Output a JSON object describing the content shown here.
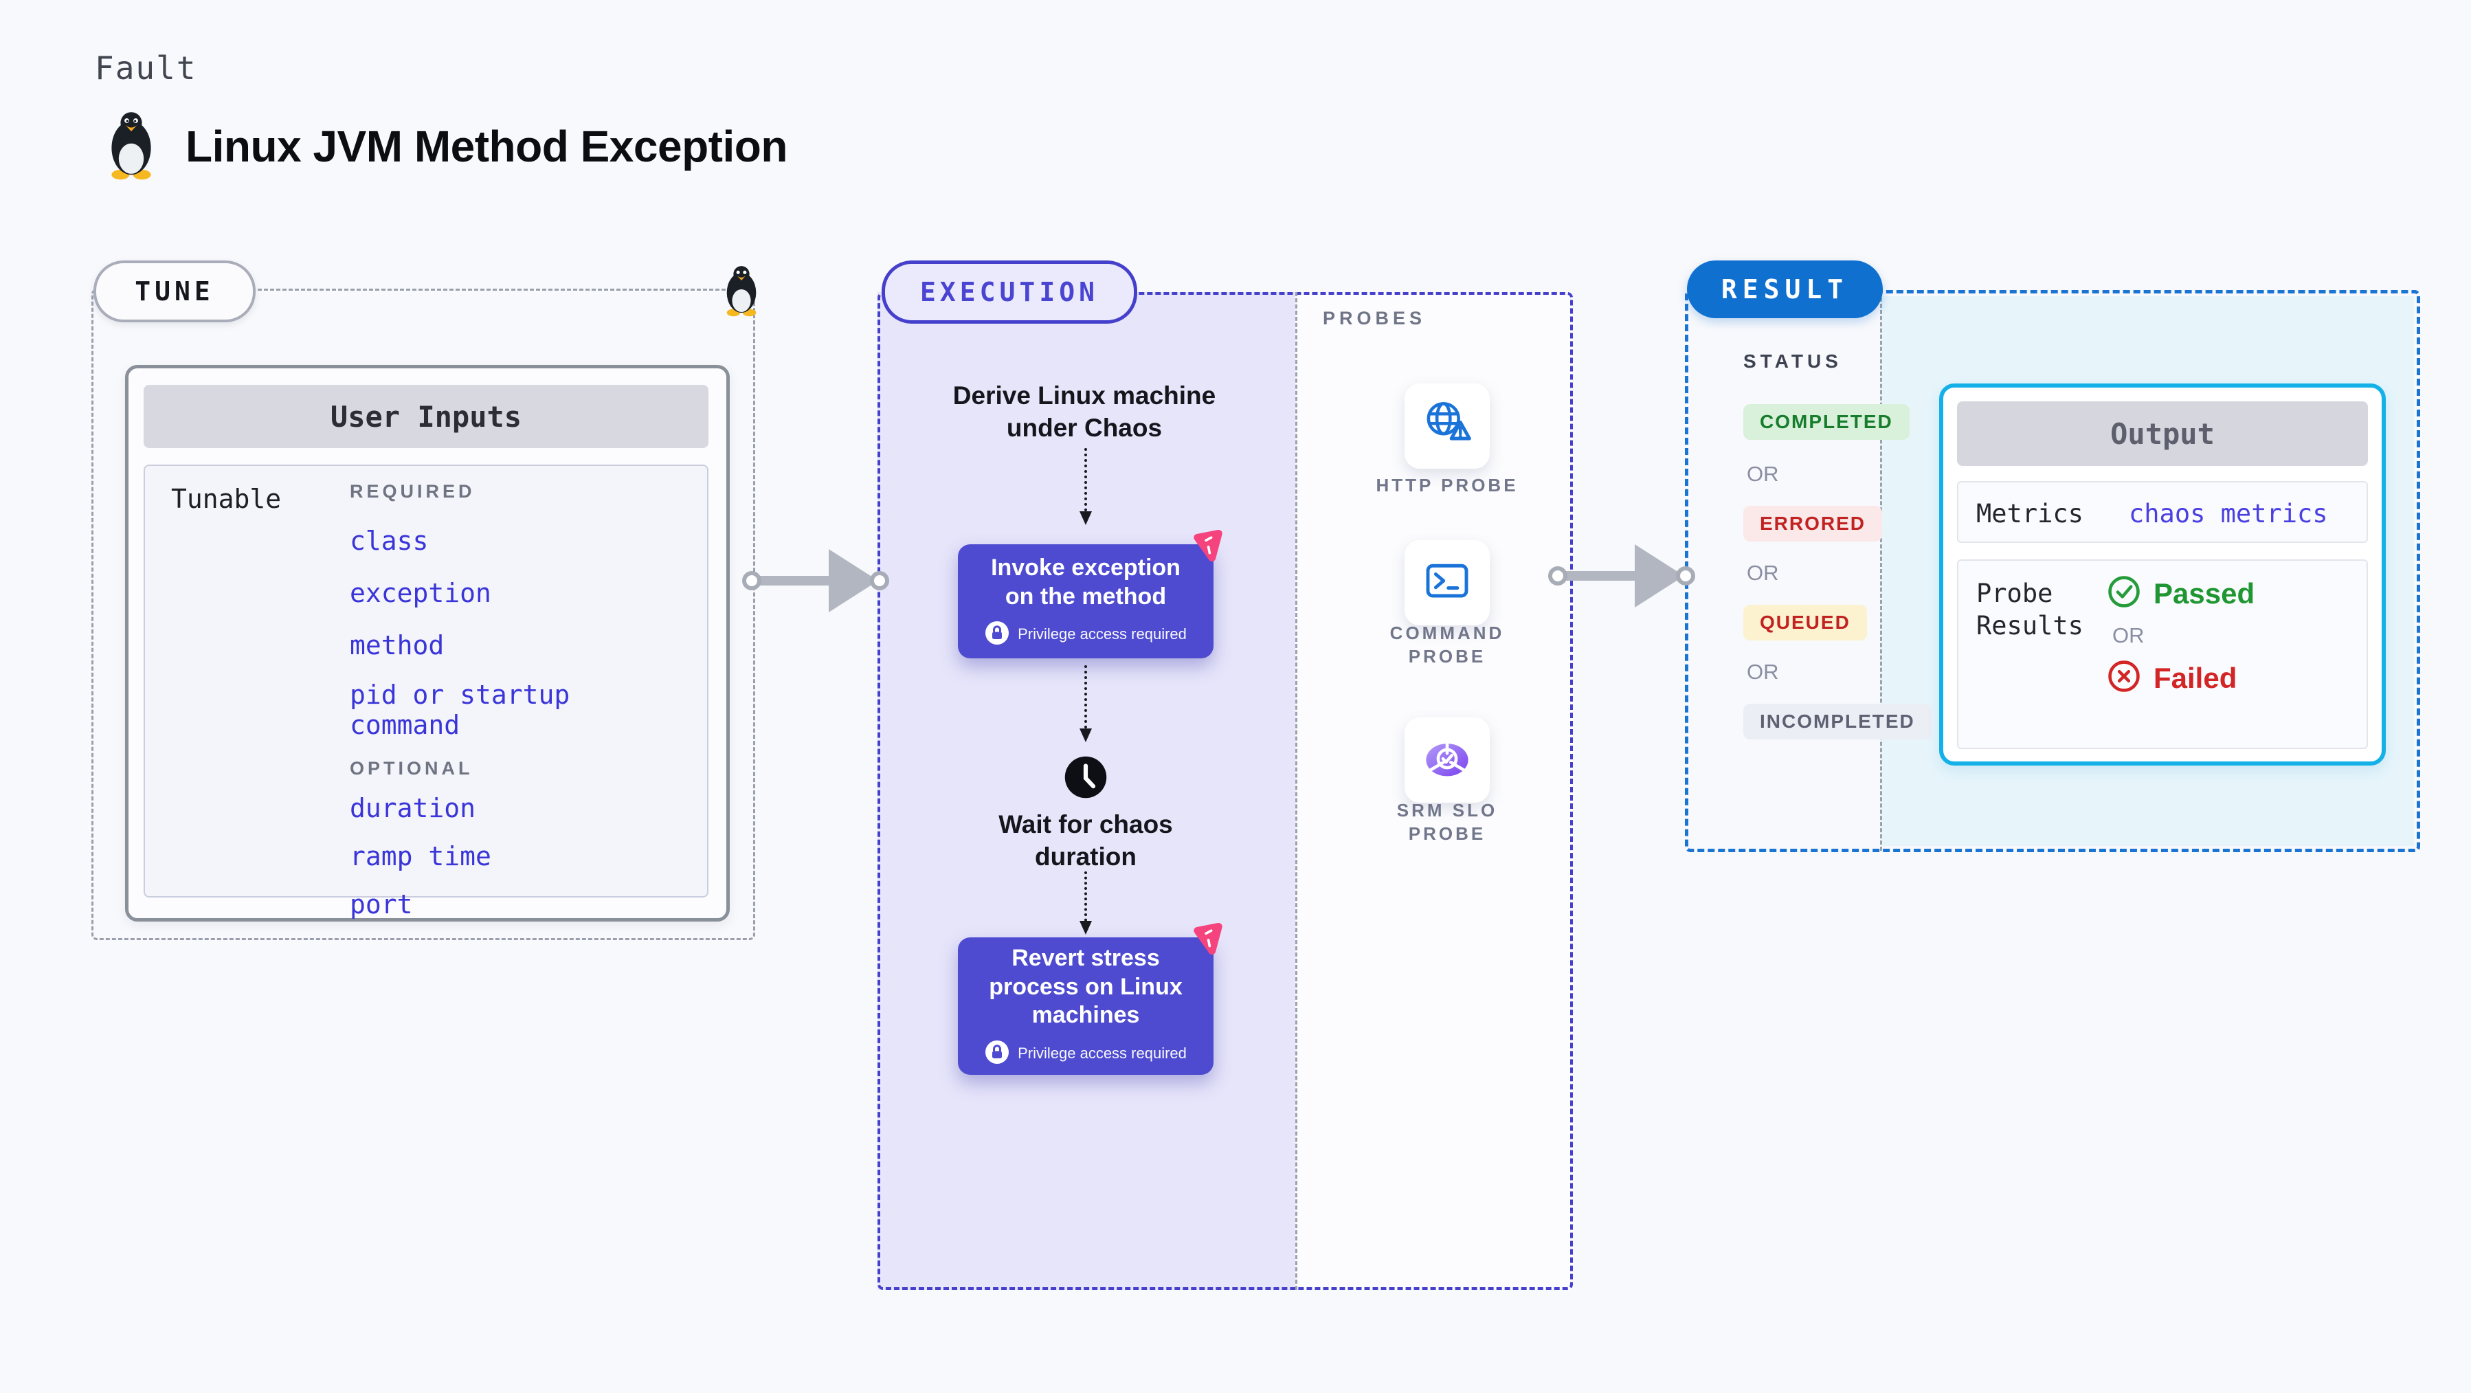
{
  "page": {
    "kicker": "Fault",
    "title": "Linux JVM Method Exception"
  },
  "colors": {
    "accent_indigo": "#4e4bd0",
    "accent_blue": "#0f70cf",
    "accent_cyan": "#14b1e8",
    "link_indigo": "#3a35d8",
    "success_green": "#1f9632",
    "danger_red": "#d32525",
    "queued_bg": "#fcf2cf",
    "completed_bg": "#d9f0da",
    "errored_bg": "#fbe8e8"
  },
  "tune": {
    "pill": "TUNE",
    "card_title": "User Inputs",
    "row_label": "Tunable",
    "required_label": "REQUIRED",
    "optional_label": "OPTIONAL",
    "required": [
      "class",
      "exception",
      "method",
      "pid or startup command"
    ],
    "optional": [
      "duration",
      "ramp time",
      "port"
    ]
  },
  "execution": {
    "pill": "EXECUTION",
    "derive_step": "Derive Linux machine under Chaos",
    "invoke_step": "Invoke exception on the method",
    "wait_step": "Wait for chaos duration",
    "revert_step": "Revert stress process on Linux machines",
    "privilege_note": "Privilege access required"
  },
  "probes": {
    "heading": "PROBES",
    "http": "HTTP PROBE",
    "command": "COMMAND PROBE",
    "srm": "SRM SLO PROBE"
  },
  "result": {
    "pill": "RESULT",
    "status_heading": "STATUS",
    "completed": "COMPLETED",
    "errored": "ERRORED",
    "queued": "QUEUED",
    "incompleted": "INCOMPLETED",
    "or_label": "OR"
  },
  "output": {
    "title": "Output",
    "metrics_label": "Metrics",
    "metrics_link": "chaos metrics",
    "probe_results_label": "Probe Results",
    "passed": "Passed",
    "failed": "Failed",
    "or_label": "OR"
  }
}
